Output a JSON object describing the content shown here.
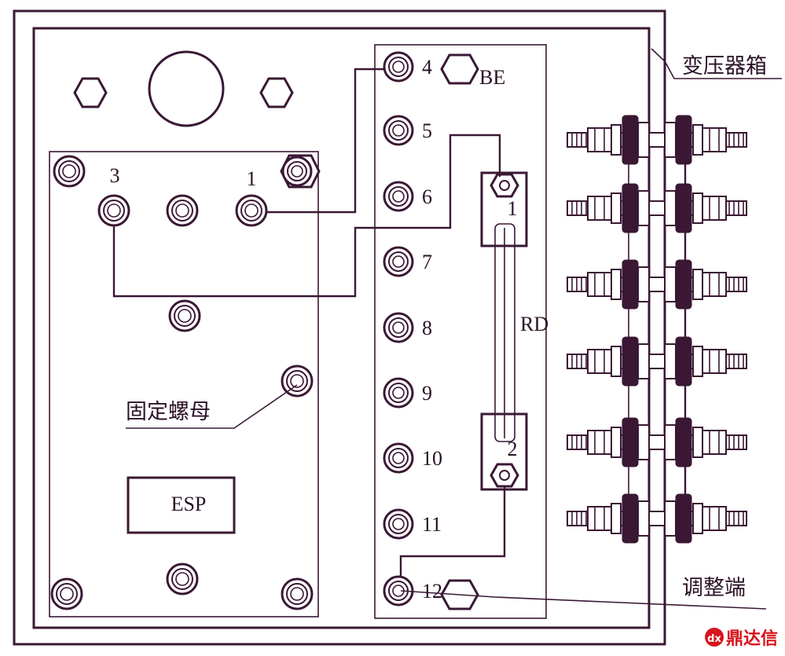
{
  "labels": {
    "transformer_box": "变压器箱",
    "be": "BE",
    "rd": "RD",
    "esp": "ESP",
    "fixing_nut": "固定螺母",
    "adjust_end": "调整端",
    "esp_terminal_3": "3",
    "esp_terminal_1": "1",
    "rd_terminal_1": "1",
    "rd_terminal_2": "2"
  },
  "be_terminals": [
    "4",
    "5",
    "6",
    "7",
    "8",
    "9",
    "10",
    "11",
    "12"
  ],
  "watermark": "鼎达信",
  "colors": {
    "line": "#3a1834",
    "logo": "#d8141c"
  }
}
